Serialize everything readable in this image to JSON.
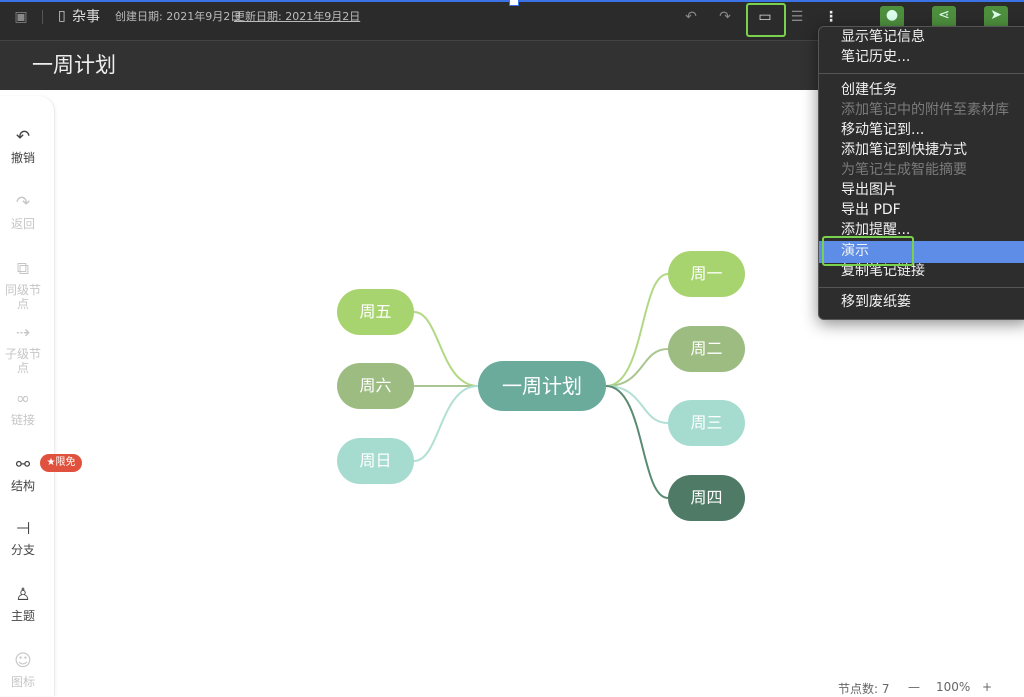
{
  "topbar": {
    "notebook": "杂事",
    "created": "创建日期: 2021年9月2日",
    "updated": "更新日期: 2021年9月2日"
  },
  "page": {
    "title": "一周计划"
  },
  "sidebar": {
    "items": [
      {
        "label": "撤销"
      },
      {
        "label": "返回"
      },
      {
        "label": "同级节点"
      },
      {
        "label": "子级节点"
      },
      {
        "label": "链接"
      },
      {
        "label": "结构"
      },
      {
        "label": "分支"
      },
      {
        "label": "主题"
      },
      {
        "label": "图标"
      }
    ],
    "badge": "限免"
  },
  "mindmap": {
    "root": "一周计划",
    "nodes": [
      {
        "label": "周一",
        "color": "#a8d46f"
      },
      {
        "label": "周二",
        "color": "#9cbc82"
      },
      {
        "label": "周三",
        "color": "#a6dccf"
      },
      {
        "label": "周四",
        "color": "#4f7b66"
      },
      {
        "label": "周五",
        "color": "#a8d46f"
      },
      {
        "label": "周六",
        "color": "#9cbc82"
      },
      {
        "label": "周日",
        "color": "#a6dccf"
      }
    ],
    "root_color": "#6aab9c"
  },
  "menu": {
    "items": [
      {
        "label": "显示笔记信息",
        "enabled": true
      },
      {
        "label": "笔记历史...",
        "enabled": true
      },
      {
        "label": "创建任务",
        "enabled": true
      },
      {
        "label": "添加笔记中的附件至素材库",
        "enabled": false
      },
      {
        "label": "移动笔记到...",
        "enabled": true
      },
      {
        "label": "添加笔记到快捷方式",
        "enabled": true
      },
      {
        "label": "为笔记生成智能摘要",
        "enabled": false
      },
      {
        "label": "导出图片",
        "enabled": true
      },
      {
        "label": "导出 PDF",
        "enabled": true
      },
      {
        "label": "添加提醒...",
        "enabled": true
      },
      {
        "label": "演示",
        "enabled": true,
        "highlighted": true
      },
      {
        "label": "复制笔记链接",
        "enabled": true
      },
      {
        "label": "移到废纸篓",
        "enabled": true
      }
    ]
  },
  "status": {
    "node_count": "节点数: 7",
    "zoom": "100%",
    "zoom_out": "—",
    "zoom_in": "+"
  },
  "colors": {
    "accent_blue": "#3b73e6",
    "highlight": "#5d8de6",
    "green_outline": "#7ad14d"
  }
}
